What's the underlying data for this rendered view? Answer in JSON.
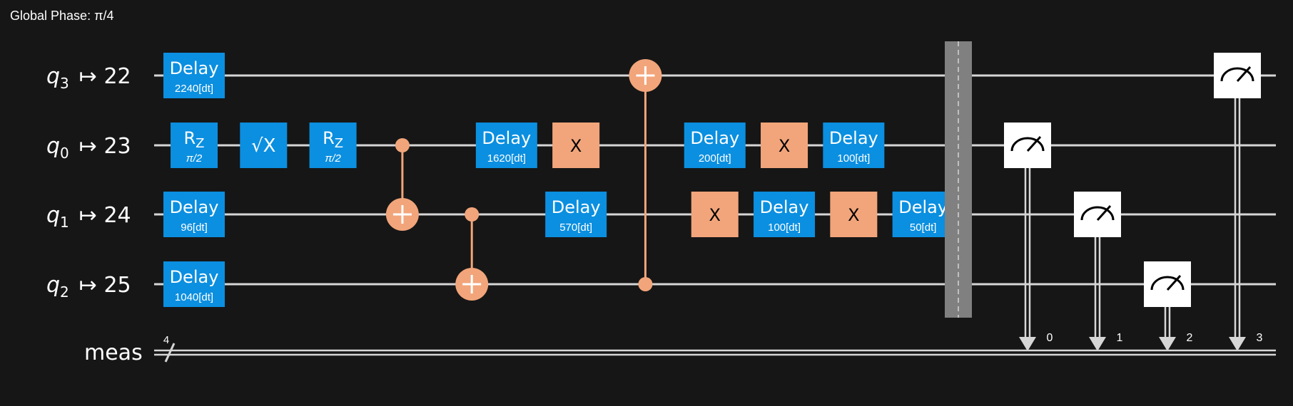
{
  "global_phase": "Global Phase: π/4",
  "qubits": [
    {
      "q": "q",
      "sub": "3",
      "map": "22"
    },
    {
      "q": "q",
      "sub": "0",
      "map": "23"
    },
    {
      "q": "q",
      "sub": "1",
      "map": "24"
    },
    {
      "q": "q",
      "sub": "2",
      "map": "25"
    }
  ],
  "classical": {
    "label": "meas",
    "width": "4",
    "bits": [
      "0",
      "1",
      "2",
      "3"
    ]
  },
  "gates": [
    {
      "type": "delay",
      "qubit": 0,
      "col": 0,
      "label": "Delay",
      "param": "2240[dt]"
    },
    {
      "type": "rz",
      "qubit": 1,
      "col": 0,
      "label": "R",
      "sub": "Z",
      "param": "π/2"
    },
    {
      "type": "sx",
      "qubit": 1,
      "col": 1,
      "label": "√X"
    },
    {
      "type": "rz",
      "qubit": 1,
      "col": 2,
      "label": "R",
      "sub": "Z",
      "param": "π/2"
    },
    {
      "type": "delay",
      "qubit": 2,
      "col": 0,
      "label": "Delay",
      "param": "96[dt]"
    },
    {
      "type": "delay",
      "qubit": 3,
      "col": 0,
      "label": "Delay",
      "param": "1040[dt]"
    },
    {
      "type": "cx",
      "control": 1,
      "target": 2,
      "col": 3
    },
    {
      "type": "cx",
      "control": 2,
      "target": 3,
      "col": 4
    },
    {
      "type": "delay",
      "qubit": 1,
      "col": 4.5,
      "label": "Delay",
      "param": "1620[dt]"
    },
    {
      "type": "x",
      "qubit": 1,
      "col": 5.5,
      "label": "X"
    },
    {
      "type": "delay",
      "qubit": 2,
      "col": 5.5,
      "label": "Delay",
      "param": "570[dt]"
    },
    {
      "type": "cx",
      "control": 3,
      "target": 0,
      "col": 6.5
    },
    {
      "type": "delay",
      "qubit": 1,
      "col": 7.5,
      "label": "Delay",
      "param": "200[dt]"
    },
    {
      "type": "x",
      "qubit": 1,
      "col": 8.5,
      "label": "X"
    },
    {
      "type": "delay",
      "qubit": 1,
      "col": 9.5,
      "label": "Delay",
      "param": "100[dt]"
    },
    {
      "type": "x",
      "qubit": 2,
      "col": 7.5,
      "label": "X"
    },
    {
      "type": "delay",
      "qubit": 2,
      "col": 8.5,
      "label": "Delay",
      "param": "100[dt]"
    },
    {
      "type": "x",
      "qubit": 2,
      "col": 9.5,
      "label": "X"
    },
    {
      "type": "delay",
      "qubit": 2,
      "col": 10.5,
      "label": "Delay",
      "param": "50[dt]"
    },
    {
      "type": "barrier"
    },
    {
      "type": "measure",
      "qubit": 1,
      "bit": 0
    },
    {
      "type": "measure",
      "qubit": 2,
      "bit": 1
    },
    {
      "type": "measure",
      "qubit": 3,
      "bit": 2
    },
    {
      "type": "measure",
      "qubit": 0,
      "bit": 3
    }
  ],
  "colors": {
    "background": "#161616",
    "wire": "#d6d6d6",
    "delay_gate": "#0b8fe0",
    "x_gate": "#f2a57a",
    "cx": "#f2a57a",
    "barrier": "#808080",
    "measure": "#ffffff"
  }
}
